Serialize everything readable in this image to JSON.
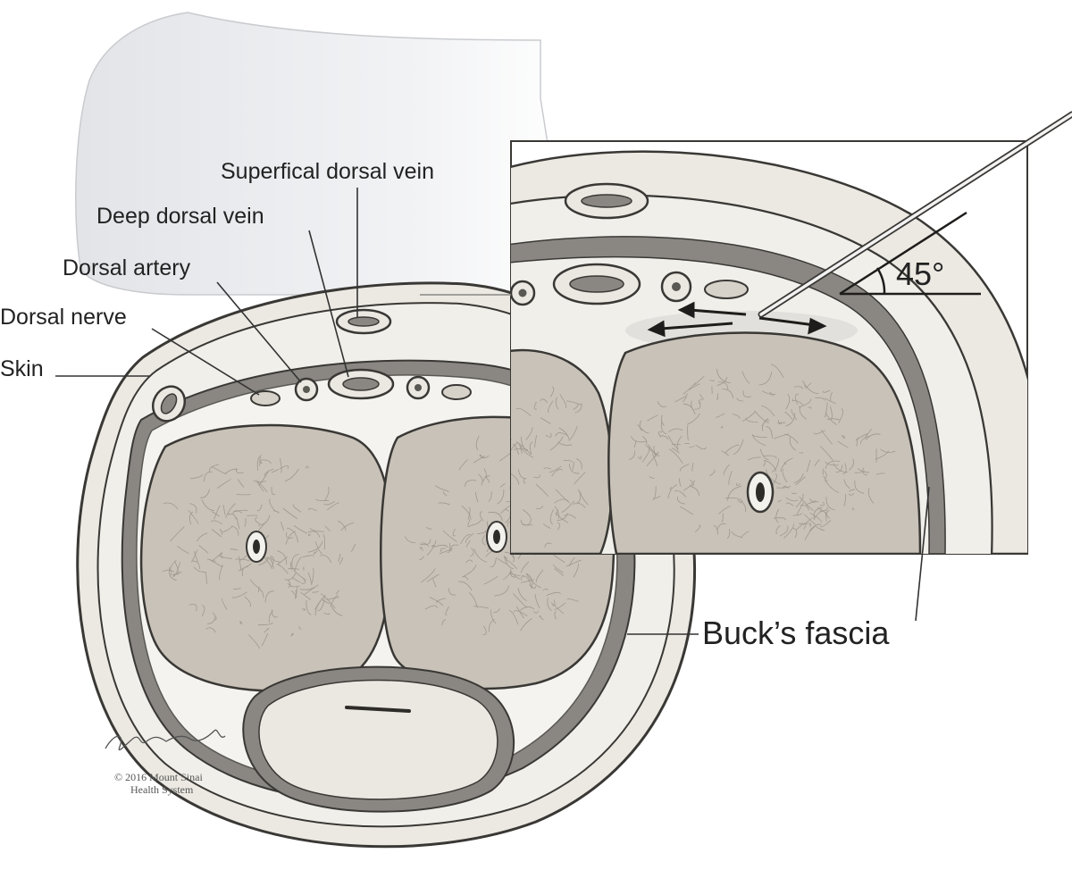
{
  "labels": {
    "superficial_dorsal_vein": "Superfical dorsal vein",
    "deep_dorsal_vein": "Deep dorsal vein",
    "dorsal_artery": "Dorsal artery",
    "dorsal_nerve": "Dorsal nerve",
    "skin": "Skin",
    "bucks_fascia": "Buck’s fascia",
    "angle": "45°"
  },
  "credit": {
    "signature": "Christopher M. Smith",
    "line1": "© 2016 Mount Sinai",
    "line2": "Health System"
  },
  "colors": {
    "skin": "#ece9e2",
    "fascia_dark": "#8a8782",
    "tissue_light": "#f4f3ef",
    "corpus": "#c8c2b8",
    "corpus_texture": "#8d877e",
    "spongiosum": "#ebe8e2",
    "shadow_bg": "#e6e8ec",
    "outline": "#3a3835"
  }
}
